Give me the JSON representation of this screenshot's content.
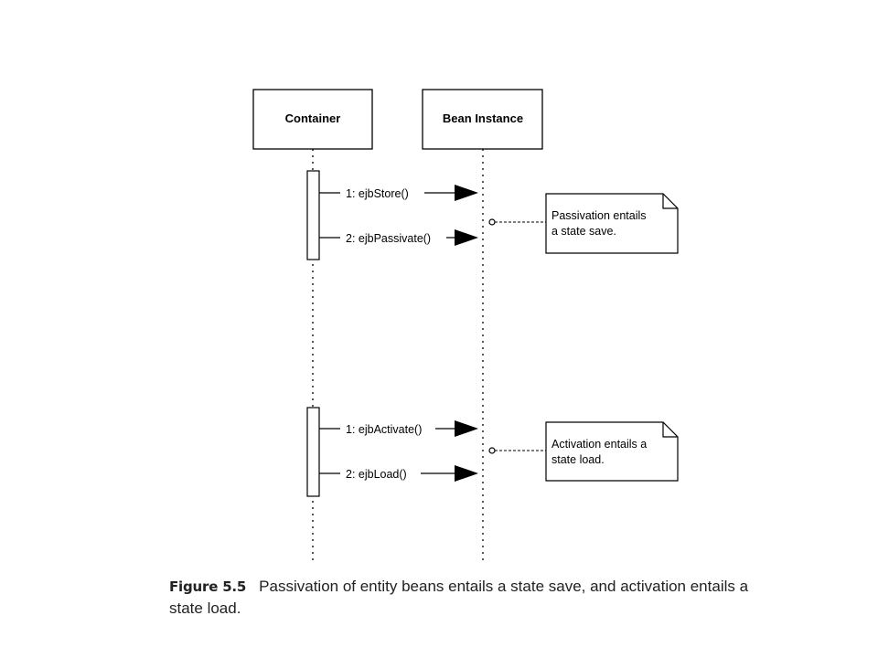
{
  "lifelines": [
    {
      "id": "container",
      "label": "Container"
    },
    {
      "id": "bean",
      "label": "Bean Instance"
    }
  ],
  "messages": [
    {
      "label": "1: ejbStore()"
    },
    {
      "label": "2: ejbPassivate()"
    },
    {
      "label": "1: ejbActivate()"
    },
    {
      "label": "2: ejbLoad()"
    }
  ],
  "notes": [
    {
      "lines": [
        "Passivation entails",
        "a state save."
      ]
    },
    {
      "lines": [
        "Activation entails a",
        "state load."
      ]
    }
  ],
  "caption": {
    "figure_label": "Figure 5.5",
    "text": "Passivation of entity beans entails a state save, and activation entails a state load."
  }
}
